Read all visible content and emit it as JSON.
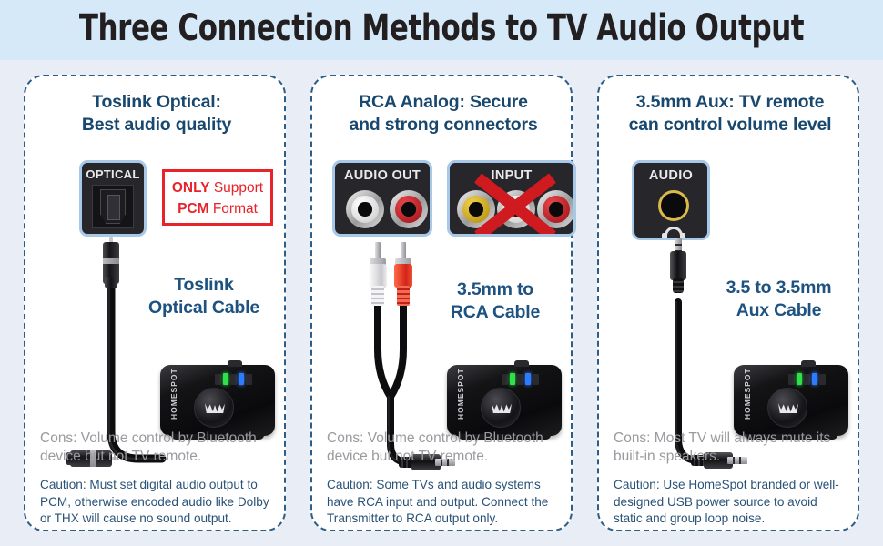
{
  "header": {
    "title": "Three Connection Methods to TV Audio Output",
    "band_color": "#d5e9f9"
  },
  "theme": {
    "page_background": "#e9eef6",
    "panel_border": "#2e5d86",
    "heading_color": "#18486f",
    "cons_color": "#9a9a9f",
    "caution_color": "#2a5277",
    "warning_red": "#e8232a"
  },
  "panels": [
    {
      "id": "toslink-optical",
      "title": "Toslink Optical:\nBest audio quality",
      "title_line1": "Toslink Optical:",
      "title_line2": "Best audio quality",
      "port": {
        "label": "OPTICAL",
        "type": "toslink-port"
      },
      "warning": {
        "line1_strong": "ONLY",
        "line1_rest": " Support",
        "line2_strong": "PCM",
        "line2_rest": " Format",
        "border_color": "#e8232a"
      },
      "cable_label_line1": "Toslink",
      "cable_label_line2": "Optical Cable",
      "device_brand": "HOMESPOT",
      "cons": "Cons: Volume control by Bluetooth device but not TV remote.",
      "caution": "Caution: Must set digital audio output to PCM, otherwise encoded audio like Dolby or THX will cause no sound output."
    },
    {
      "id": "rca-analog",
      "title_line1": "RCA Analog: Secure",
      "title_line2": "and strong connectors",
      "port_out_label": "AUDIO OUT",
      "port_in_label": "INPUT",
      "port_in_crossed": true,
      "cable_label_line1": "3.5mm to",
      "cable_label_line2": "RCA Cable",
      "device_brand": "HOMESPOT",
      "cons": "Cons: Volume control by Bluetooth device but not TV remote.",
      "caution": "Caution: Some TVs and audio systems have RCA input and output. Connect the Transmitter to RCA output only."
    },
    {
      "id": "aux-35mm",
      "title_line1": "3.5mm Aux: TV remote",
      "title_line2": "can control volume level",
      "port": {
        "label": "AUDIO",
        "type": "aux-port",
        "ring_color": "#d9b94a"
      },
      "cable_label_line1": "3.5 to 3.5mm",
      "cable_label_line2": "Aux Cable",
      "device_brand": "HOMESPOT",
      "cons": "Cons: Most TV will always mute its built-in speakers.",
      "caution": "Caution: Use HomeSpot branded or well-designed USB power source to avoid static and group loop noise."
    }
  ]
}
